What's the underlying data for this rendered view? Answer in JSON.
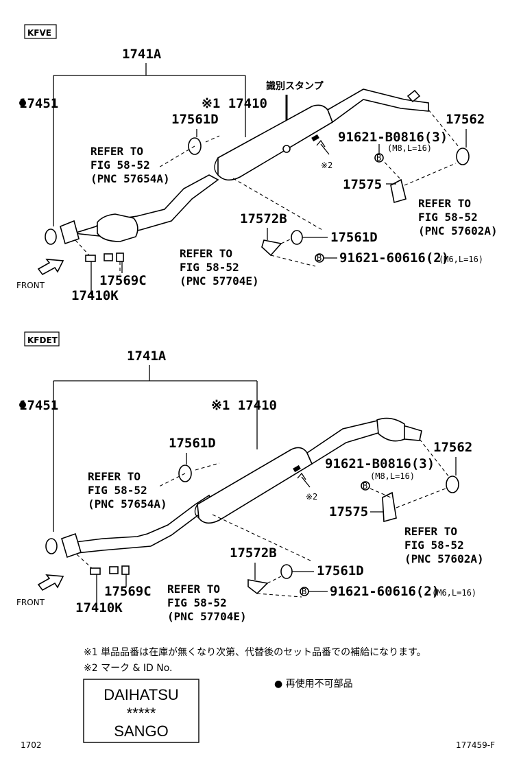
{
  "sections": [
    {
      "tag": "KFVE",
      "assembly": "1741A",
      "gasket": "17451",
      "muffler": "※1 17410",
      "stamp_label": "識別スタンプ",
      "mark2": "※2",
      "insulator_front": "17561D",
      "insulator_rear": "17561D",
      "hanger_rear": "17562",
      "bracket": "17575",
      "bracket_front": "17572B",
      "bolt_spec1": "91621-B0816(3)",
      "bolt_spec1_size": "(M8,L=16)",
      "bolt_spec2": "91621-60616(2)",
      "bolt_spec2_size": "(M6,L=16)",
      "bolt_marker": "B",
      "nut": "17569C",
      "stud": "17410K",
      "front": "FRONT",
      "refer1": [
        "REFER TO",
        "FIG 58-52",
        "(PNC 57654A)"
      ],
      "refer2": [
        "REFER TO",
        "FIG 58-52",
        "(PNC 57602A)"
      ],
      "refer3": [
        "REFER TO",
        "FIG 58-52",
        "(PNC 57704E)"
      ]
    },
    {
      "tag": "KFDET",
      "assembly": "1741A",
      "gasket": "17451",
      "muffler": "※1 17410",
      "mark2": "※2",
      "insulator_front": "17561D",
      "insulator_rear": "17561D",
      "hanger_rear": "17562",
      "bracket": "17575",
      "bracket_front": "17572B",
      "bolt_spec1": "91621-B0816(3)",
      "bolt_spec1_size": "(M8,L=16)",
      "bolt_spec2": "91621-60616(2)",
      "bolt_spec2_size": "(M6,L=16)",
      "bolt_marker": "B",
      "nut": "17569C",
      "stud": "17410K",
      "front": "FRONT",
      "refer1": [
        "REFER TO",
        "FIG 58-52",
        "(PNC 57654A)"
      ],
      "refer2": [
        "REFER TO",
        "FIG 58-52",
        "(PNC 57602A)"
      ],
      "refer3": [
        "REFER TO",
        "FIG 58-52",
        "(PNC 57704E)"
      ]
    }
  ],
  "notes": {
    "note1": "※1 単品品番は在庫が無くなり次第、代替後のセット品番での補給になります。",
    "note2": "※2 マーク & ID No.",
    "bullet": "● 再使用不可部品"
  },
  "stamp_box": [
    "DAIHATSU",
    "*****",
    "SANGO"
  ],
  "footer": {
    "left": "1702",
    "right": "177459-F"
  }
}
